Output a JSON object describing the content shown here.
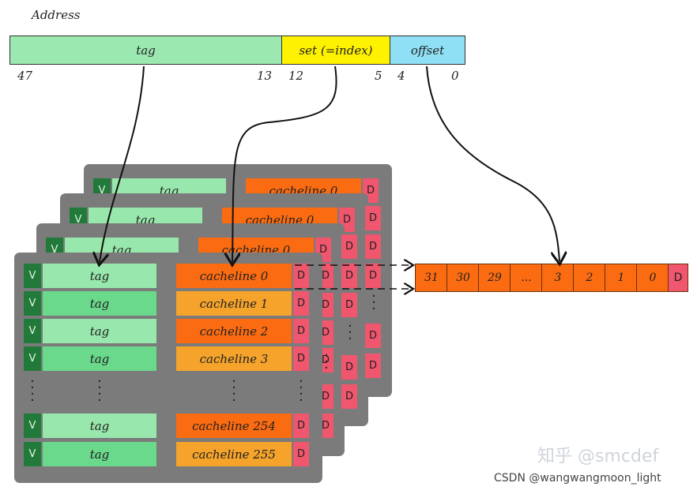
{
  "address": {
    "title": "Address",
    "fields": {
      "tag": "tag",
      "set": "set (=index)",
      "offset": "offset"
    },
    "bits": [
      "47",
      "13",
      "12",
      "5",
      "4",
      "0"
    ]
  },
  "cache": {
    "valid": "V",
    "tag": "tag",
    "dirty": "D",
    "lines": [
      "cacheline 0",
      "cacheline 1",
      "cacheline 2",
      "cacheline 3",
      "cacheline 254",
      "cacheline 255"
    ],
    "back_line": "cacheline 0"
  },
  "cacheline_bytes": [
    "31",
    "30",
    "29",
    "...",
    "3",
    "2",
    "1",
    "0"
  ],
  "cacheline_dirty": "D",
  "watermark": {
    "zhihu": "知乎 @smcdef",
    "csdn": "CSDN @wangwangmoon_light"
  },
  "colors": {
    "tag_field": "#9be8b0",
    "set_field": "#fff200",
    "offset_field": "#8fe0f5",
    "way_bg": "#7b7b7b",
    "valid": "#217a3a",
    "dirty": "#f0566d",
    "cacheline_dark": "#fb6b11",
    "cacheline_light": "#f5a32b"
  }
}
